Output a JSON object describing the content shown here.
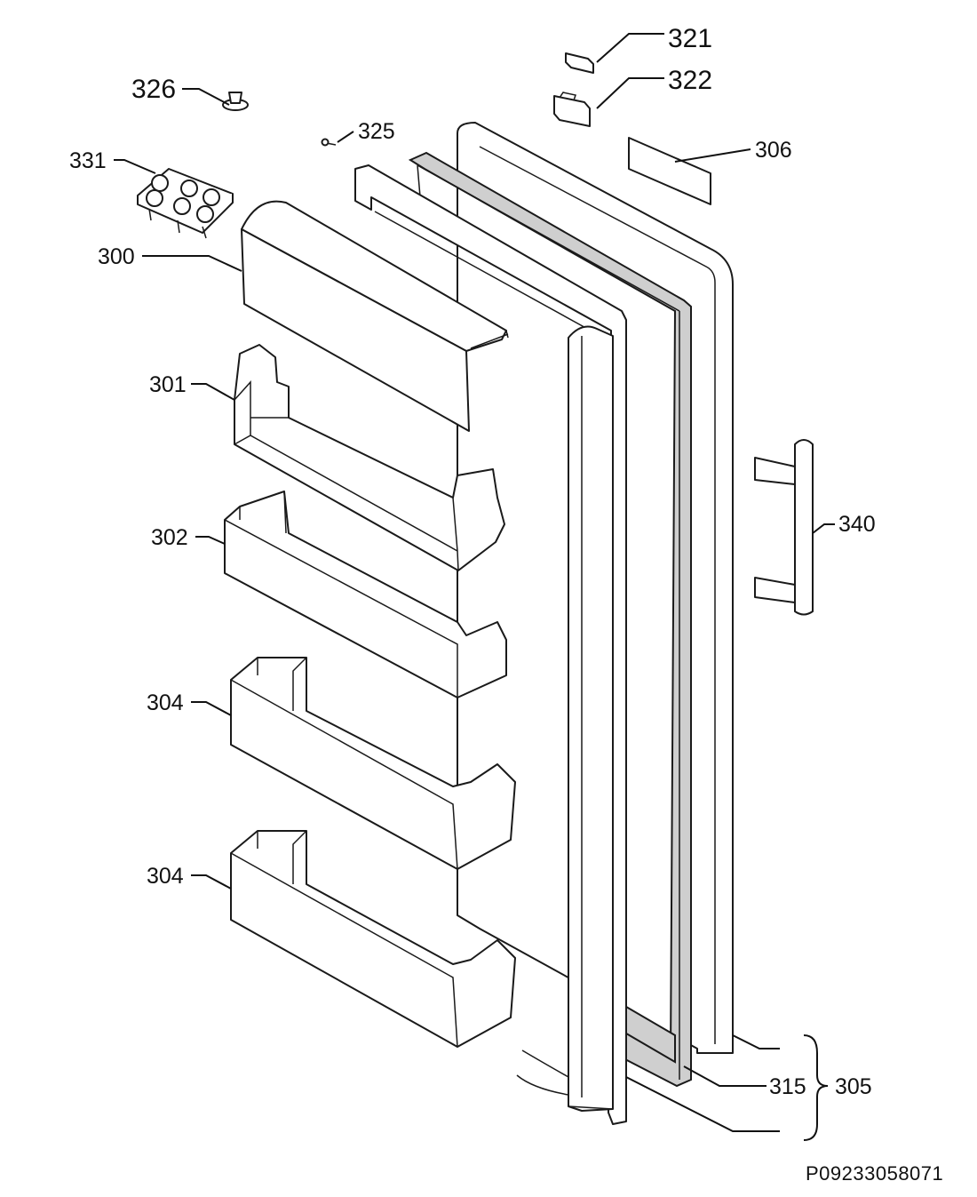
{
  "callouts": {
    "c321": "321",
    "c322": "322",
    "c326": "326",
    "c325": "325",
    "c306": "306",
    "c331": "331",
    "c300": "300",
    "c301": "301",
    "c302": "302",
    "c340": "340",
    "c304a": "304",
    "c304b": "304",
    "c315": "315",
    "c305": "305"
  },
  "drawing_number": "P09233058071"
}
